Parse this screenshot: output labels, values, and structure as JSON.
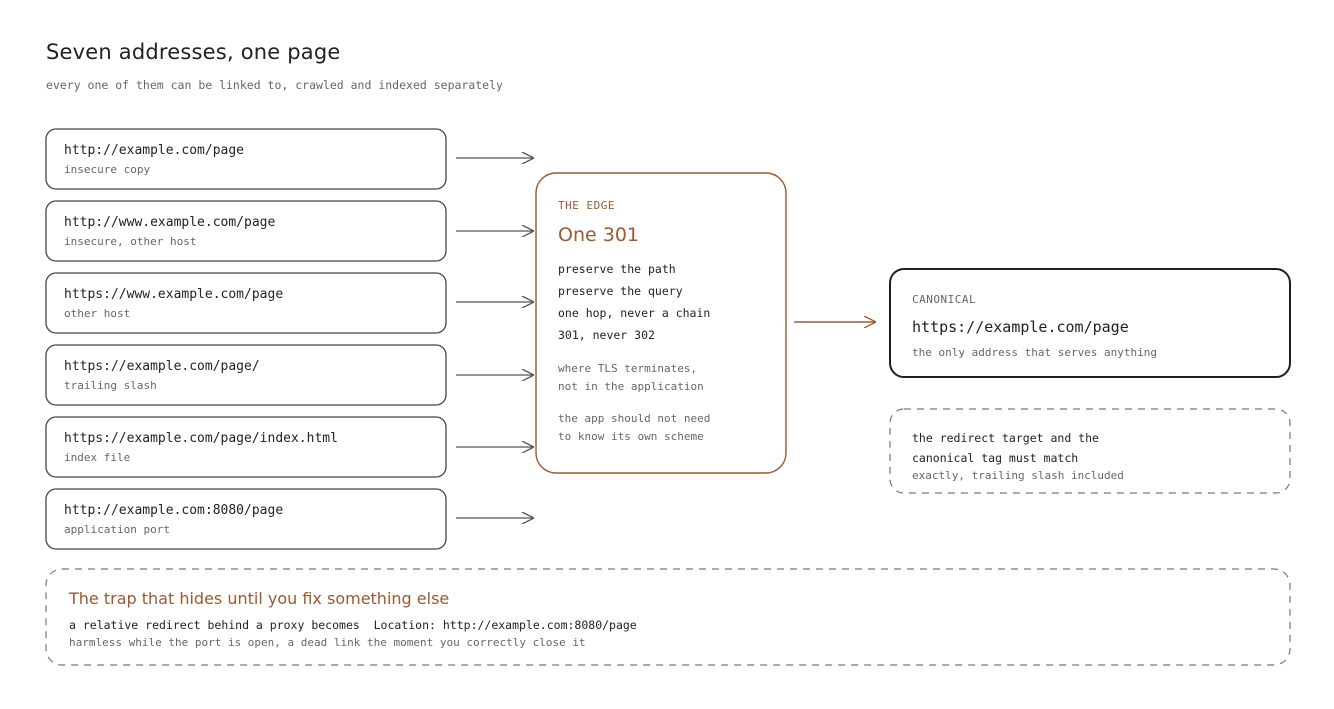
{
  "header": {
    "title": "Seven addresses, one page",
    "subtitle": "every one of them can be linked to, crawled and indexed separately"
  },
  "sources": [
    {
      "url": "http://example.com/page",
      "note": "insecure copy"
    },
    {
      "url": "http://www.example.com/page",
      "note": "insecure, other host"
    },
    {
      "url": "https://www.example.com/page",
      "note": "other host"
    },
    {
      "url": "https://example.com/page/",
      "note": "trailing slash"
    },
    {
      "url": "https://example.com/page/index.html",
      "note": "index file"
    },
    {
      "url": "http://example.com:8080/page",
      "note": "application port"
    }
  ],
  "edge": {
    "label": "THE EDGE",
    "heading": "One 301",
    "rules": [
      "preserve the path",
      "preserve the query",
      "one hop, never a chain",
      "301, never 302"
    ],
    "where": [
      "where TLS terminates,",
      "not in the application"
    ],
    "scheme": [
      "the app should not need",
      "to know its own scheme"
    ]
  },
  "canonical": {
    "label": "CANONICAL",
    "url": "https://example.com/page",
    "note": "the only address that serves anything"
  },
  "match": {
    "lines": [
      "the redirect target and the",
      "canonical tag must match"
    ],
    "note": "exactly, trailing slash included"
  },
  "trap": {
    "heading": "The trap that hides until you fix something else",
    "text": "a relative redirect behind a proxy becomes  Location: http://example.com:8080/page",
    "note": "harmless while the port is open, a dead link the moment you correctly close it"
  },
  "colors": {
    "accent": "#9a5a33",
    "ink": "#222222",
    "muted": "#666666"
  },
  "icons": [
    "arrow-right-icon"
  ]
}
